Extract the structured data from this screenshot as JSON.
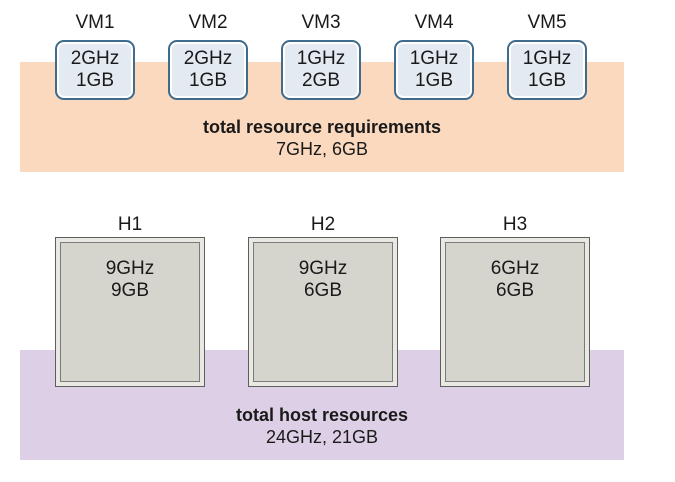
{
  "vms": [
    {
      "name": "VM1",
      "cpu": "2GHz",
      "mem": "1GB"
    },
    {
      "name": "VM2",
      "cpu": "2GHz",
      "mem": "1GB"
    },
    {
      "name": "VM3",
      "cpu": "1GHz",
      "mem": "2GB"
    },
    {
      "name": "VM4",
      "cpu": "1GHz",
      "mem": "1GB"
    },
    {
      "name": "VM5",
      "cpu": "1GHz",
      "mem": "1GB"
    }
  ],
  "requirements": {
    "title": "total resource requirements",
    "value": "7GHz, 6GB"
  },
  "hosts": [
    {
      "name": "H1",
      "cpu": "9GHz",
      "mem": "9GB"
    },
    {
      "name": "H2",
      "cpu": "9GHz",
      "mem": "6GB"
    },
    {
      "name": "H3",
      "cpu": "6GHz",
      "mem": "6GB"
    }
  ],
  "host_resources": {
    "title": "total host resources",
    "value": "24GHz, 21GB"
  },
  "colors": {
    "requirements_band": "#fbd9bf",
    "host_band": "#ddd0e6",
    "vm_border": "#3f6b8c",
    "vm_fill": "#e4eaf2",
    "host_fill": "#d6d5cd"
  }
}
